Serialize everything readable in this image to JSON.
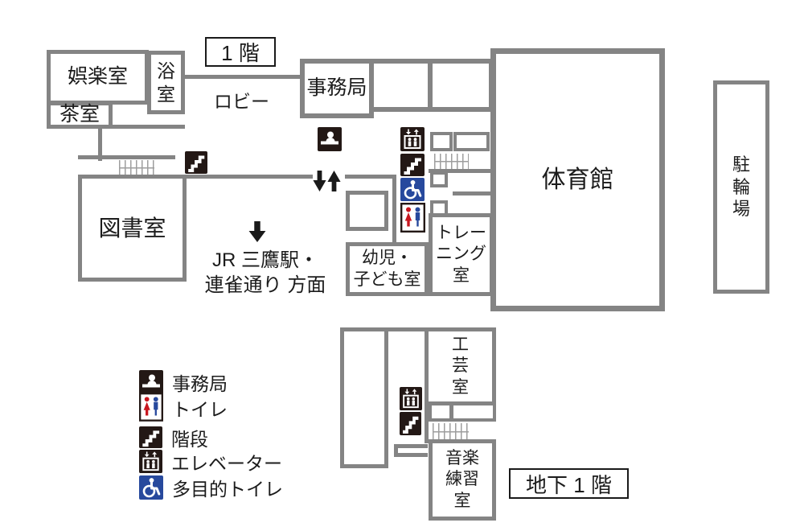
{
  "floor1": {
    "title": "1 階",
    "rooms": {
      "goraku": "娯楽室",
      "yokushitsu": "浴\n室",
      "chashitsu": "茶室",
      "lobby": "ロビー",
      "jimukyoku": "事務局",
      "toshoshitsu": "図書室",
      "taiikukan": "体育館",
      "churinjo": "駐\n輪\n場",
      "yoji": "幼児・\n子ども室",
      "training": "トレー\nニング\n室"
    },
    "direction_note": "JR 三鷹駅・\n連雀通り 方面"
  },
  "basement": {
    "title": "地下 1 階",
    "rooms": {
      "kogei": "工\n芸\n室",
      "ongaku": "音楽\n練習\n室"
    }
  },
  "legend": {
    "items": [
      {
        "icon": "office-icon",
        "label": "事務局"
      },
      {
        "icon": "toilet-icon",
        "label": "トイレ"
      },
      {
        "icon": "stairs-icon",
        "label": "階段"
      },
      {
        "icon": "elevator-icon",
        "label": "エレベーター"
      },
      {
        "icon": "accessible-icon",
        "label": "多目的トイレ"
      }
    ]
  },
  "colors": {
    "wall": "#848484",
    "icon_black": "#231815",
    "accent_blue": "#27499d",
    "accent_red": "#c8161e"
  }
}
